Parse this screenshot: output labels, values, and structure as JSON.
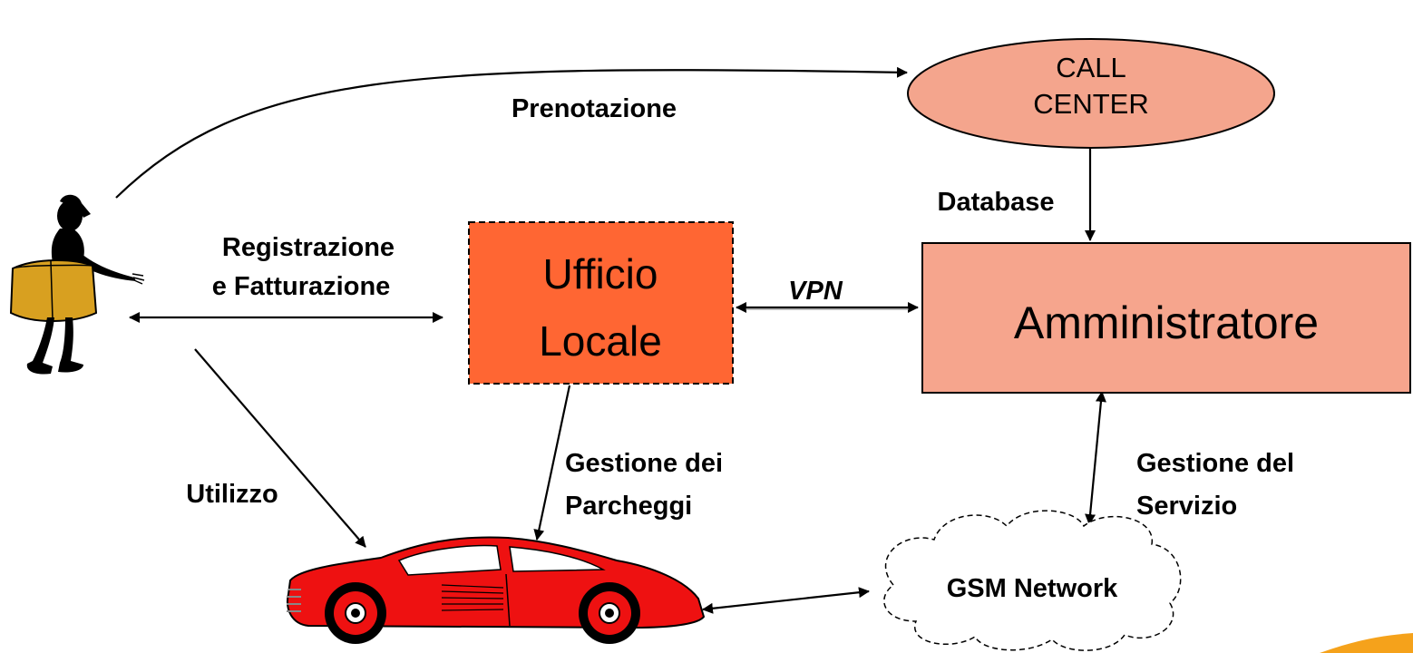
{
  "colors": {
    "call_center_fill": "#f4a58d",
    "ufficio_fill": "#ff6633",
    "amministratore_fill": "#f6a58d",
    "car_body": "#ee1111",
    "person_body": "#000000",
    "package": "#d8a020",
    "accent_corner": "#f5a21b"
  },
  "nodes": {
    "call_center": {
      "line1": "CALL",
      "line2": "CENTER"
    },
    "ufficio_locale": {
      "line1": "Ufficio",
      "line2": "Locale"
    },
    "amministratore": {
      "label": "Amministratore"
    },
    "gsm_network": {
      "label": "GSM Network"
    },
    "user_icon": "person-with-package-icon",
    "car_icon": "red-sports-car-icon"
  },
  "edges": {
    "prenotazione": "Prenotazione",
    "database": "Database",
    "registrazione": {
      "line1": "Registrazione",
      "line2": "e Fatturazione"
    },
    "vpn": "VPN",
    "utilizzo": "Utilizzo",
    "gestione_parcheggi": {
      "line1": "Gestione dei",
      "line2": "Parcheggi"
    },
    "gestione_servizio": {
      "line1": "Gestione del",
      "line2": "Servizio"
    }
  }
}
